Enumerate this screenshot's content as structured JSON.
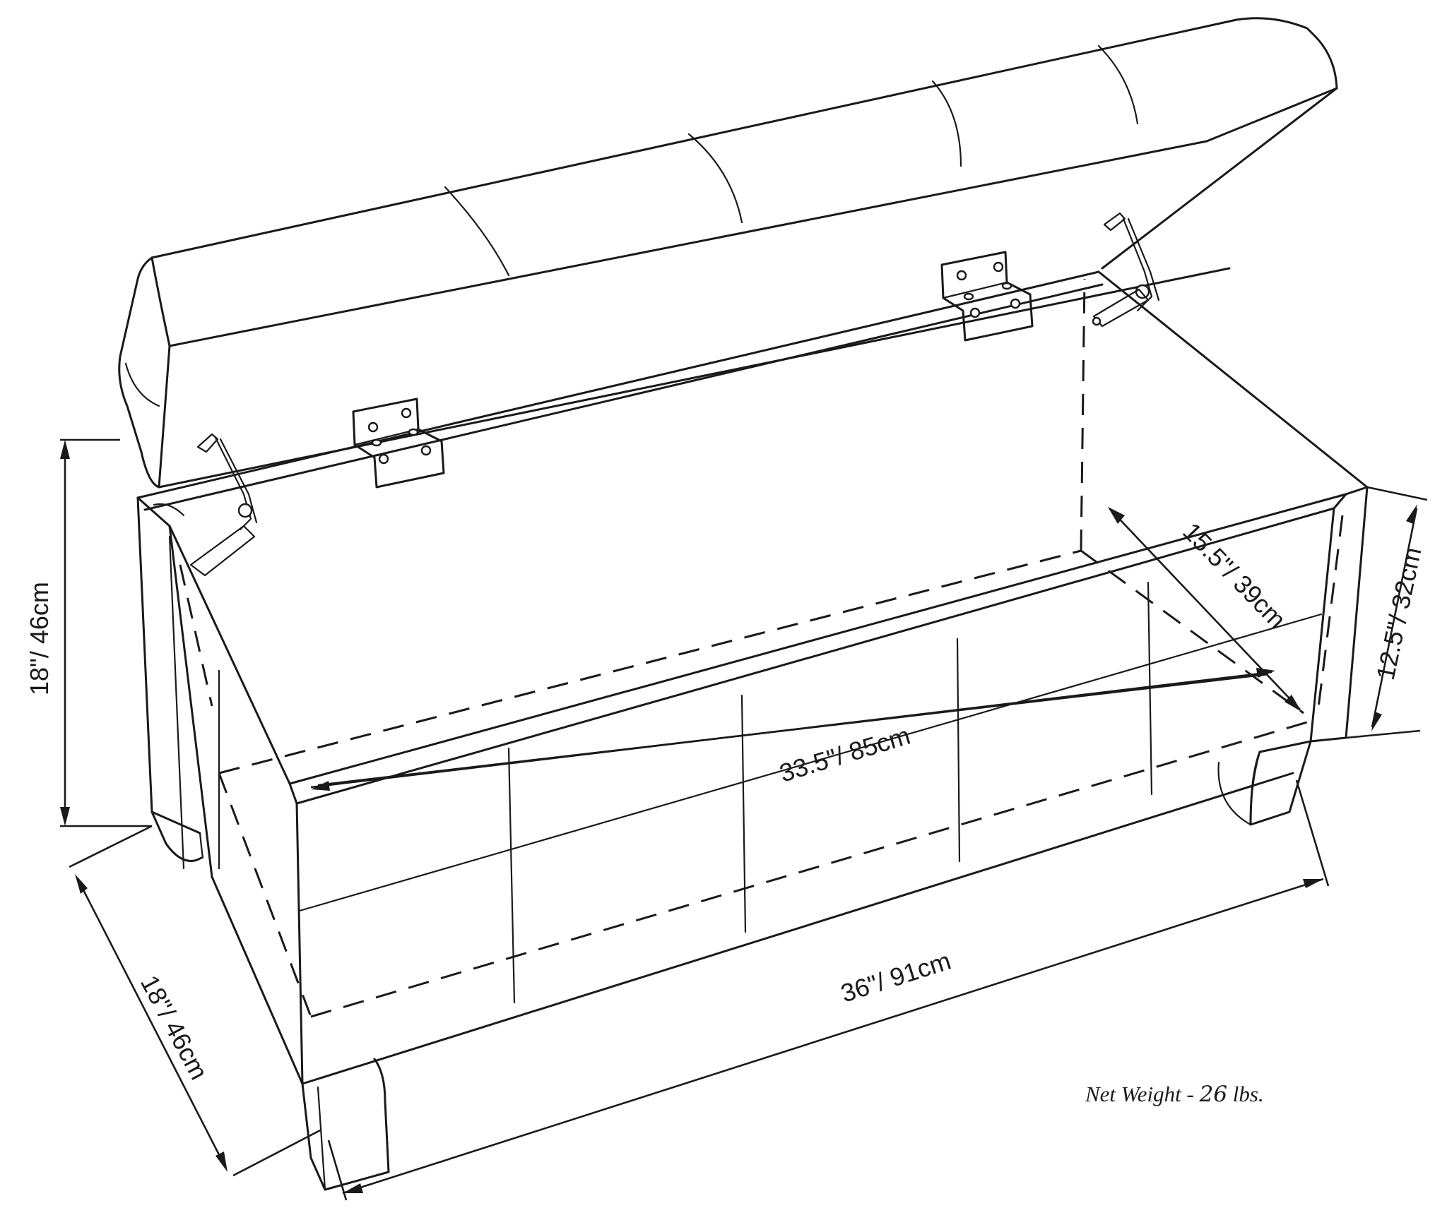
{
  "diagram": {
    "subject": "Storage ottoman bench with open lid",
    "dimensions": {
      "overall_height": "18\"/ 46cm",
      "overall_depth": "18\"/ 46cm",
      "overall_width": "36\"/ 91cm",
      "interior_width": "33.5\"/ 85cm",
      "interior_depth": "15.5\"/ 39cm",
      "interior_height": "12.5\"/ 32cm"
    },
    "net_weight": {
      "prefix": "Net Weight - ",
      "value": "26",
      "unit": " lbs."
    },
    "colors": {
      "line": "#1a1a1a",
      "background": "#ffffff"
    }
  }
}
